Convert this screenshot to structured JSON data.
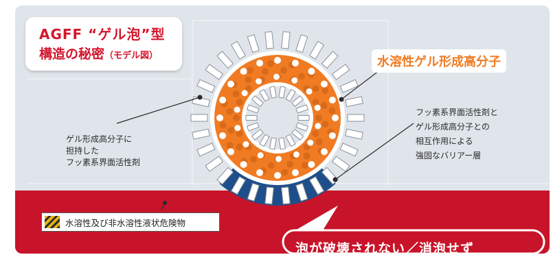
{
  "title": {
    "line1": "AGFF “ゲル泡”型",
    "line2": "構造の秘密",
    "line2_small": "（モデル図）"
  },
  "labels": {
    "gel_polymer": "水溶性ゲル形成高分子",
    "fluoro_surfactant": [
      "ゲル形成高分子に",
      "担持した",
      "フッ素系界面活性剤"
    ],
    "barrier": [
      "フッ素系界面活性剤と",
      "ゲル形成高分子との",
      "相互作用による",
      "強固なバリアー層"
    ]
  },
  "hazard_label": "水溶性及び非水溶性液状危険物",
  "callout": "泡が破壊されない／消泡せず",
  "colors": {
    "brand_red": "#d4152c",
    "gel_orange": "#f07b23",
    "barrier_blue": "#1f4f8a",
    "panel_gray": "#dfe5ea"
  }
}
